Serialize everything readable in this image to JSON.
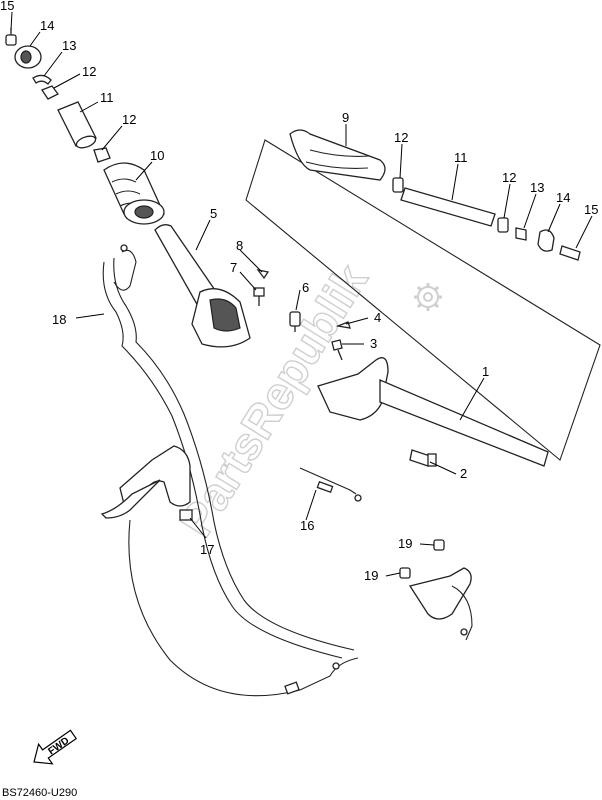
{
  "watermark": "PartsRepublik",
  "drawing_code": "BS72460-U290",
  "fwd_label": "FWD",
  "callouts": [
    "15",
    "14",
    "13",
    "12",
    "11",
    "12",
    "10",
    "5",
    "8",
    "7",
    "6",
    "18",
    "9",
    "12",
    "11",
    "12",
    "13",
    "14",
    "15",
    "4",
    "3",
    "1",
    "2",
    "16",
    "17",
    "19",
    "19"
  ]
}
